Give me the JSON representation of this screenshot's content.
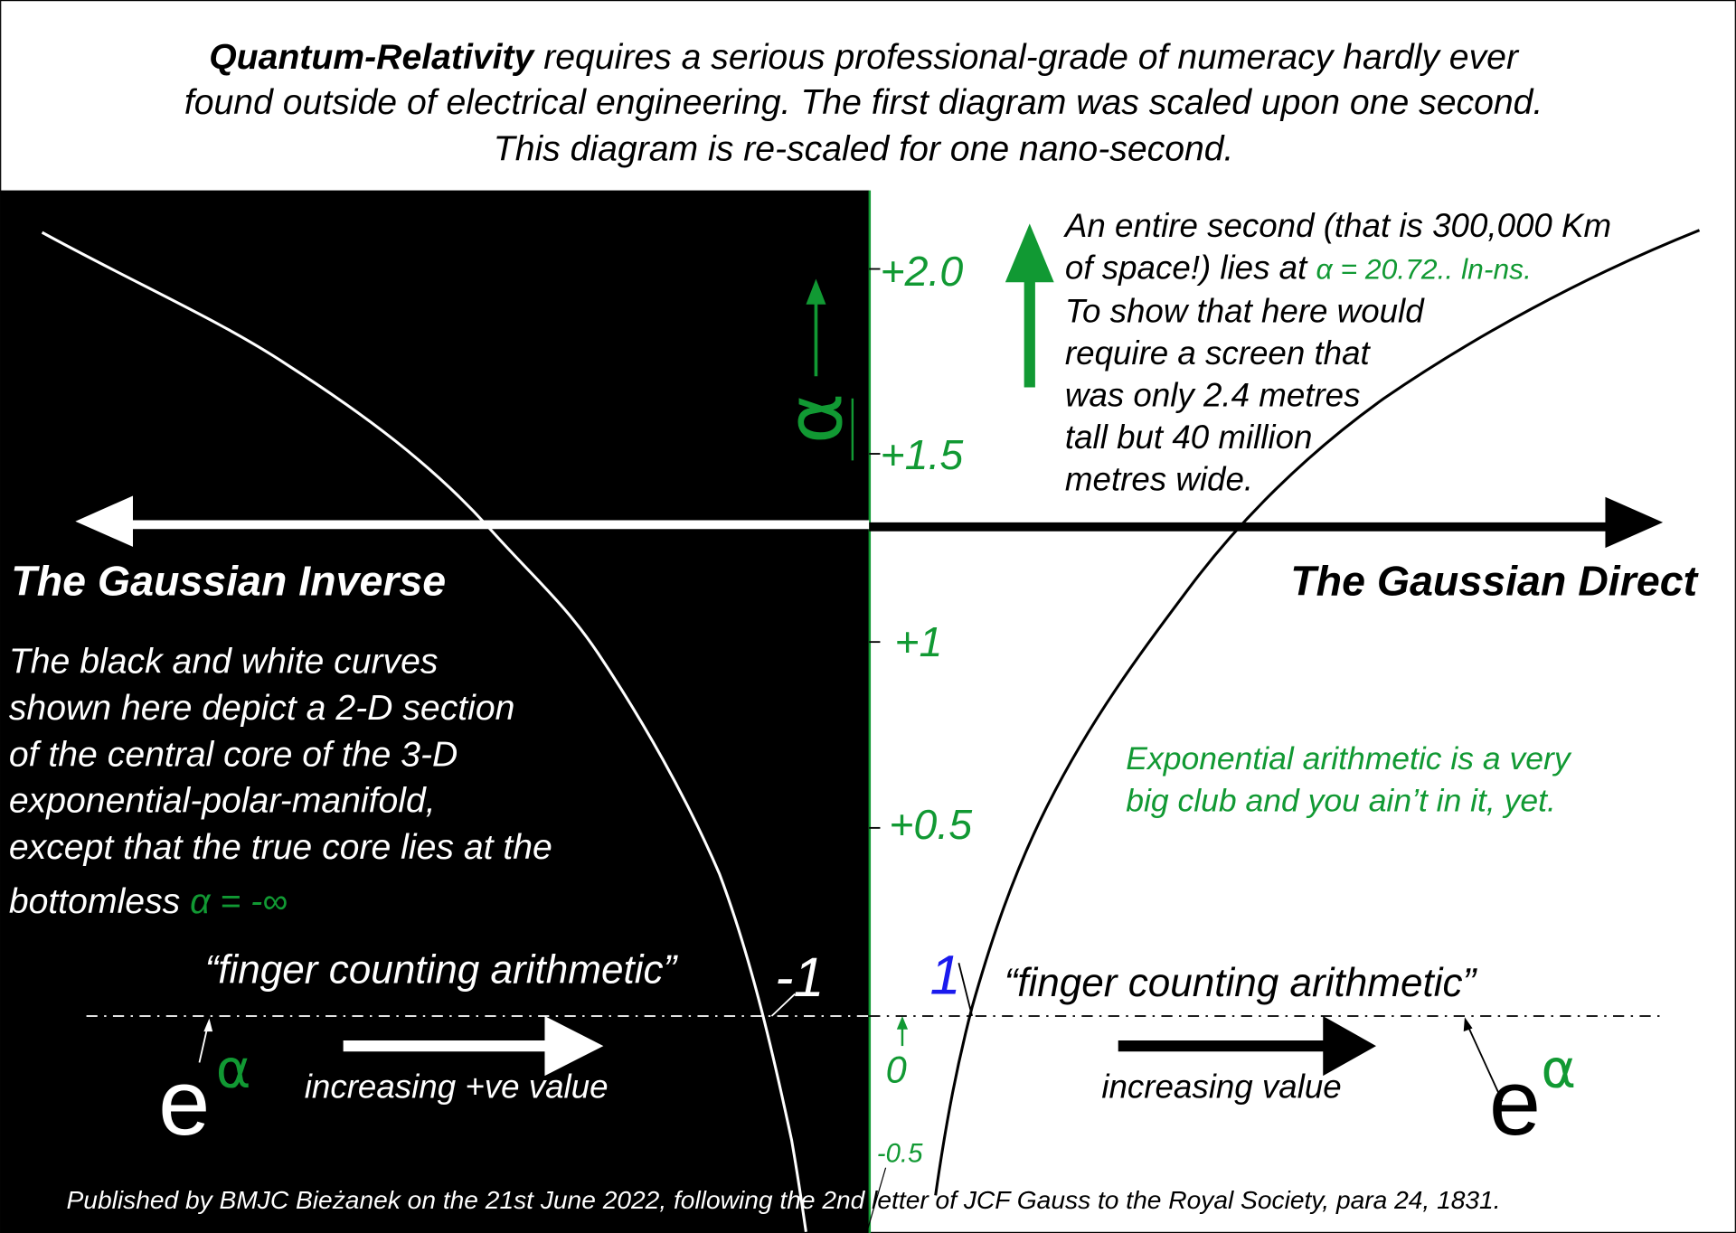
{
  "header": {
    "line1_bold": "Quantum-Relativity",
    "line1_rest": " requires a serious professional-grade of numeracy hardly ever",
    "line2": "found outside of electrical engineering. The first diagram was scaled upon one second.",
    "line3": "This diagram is re-scaled for one nano-second."
  },
  "axis": {
    "symbol": "α",
    "ticks": [
      "+2.0",
      "+1.5",
      "+1",
      "+0.5",
      "0",
      "-0.5"
    ]
  },
  "right_note": {
    "line1": "An entire second (that is 300,000 Km",
    "line2a": "of space!) lies at ",
    "line2b": "α = 20.72.. ln-ns.",
    "line3": "To show that here would",
    "line4": "require a screen that",
    "line5": "was only 2.4 metres",
    "line6": "tall but 40 million",
    "line7": "metres wide."
  },
  "left_title": "The Gaussian Inverse",
  "right_title": "The Gaussian Direct",
  "left_note": {
    "lines": [
      "The black and white curves",
      "shown here depict a 2-D section",
      "of the central core of the 3-D",
      "exponential-polar-manifold,",
      "except that the true core lies at the"
    ],
    "last_a": "bottomless ",
    "last_b": "α = -∞"
  },
  "green_note": {
    "line1": "Exponential arithmetic is a very",
    "line2": "big club and you ain’t in it, yet."
  },
  "finger_left": "“finger counting arithmetic”",
  "finger_right": "“finger counting arithmetic”",
  "minus_one": "-1",
  "one": "1",
  "exp_base": "e",
  "exp_power": "α",
  "increasing_left": "increasing +ve value",
  "increasing_right": "increasing value",
  "footer": "Published by BMJC Bieżanek on the 21st June 2022, following the 2nd letter of JCF Gauss to the Royal Society, para 24, 1831.",
  "colors": {
    "green": "#119933",
    "blue": "#1a1aee",
    "black": "#000000",
    "white": "#ffffff"
  }
}
